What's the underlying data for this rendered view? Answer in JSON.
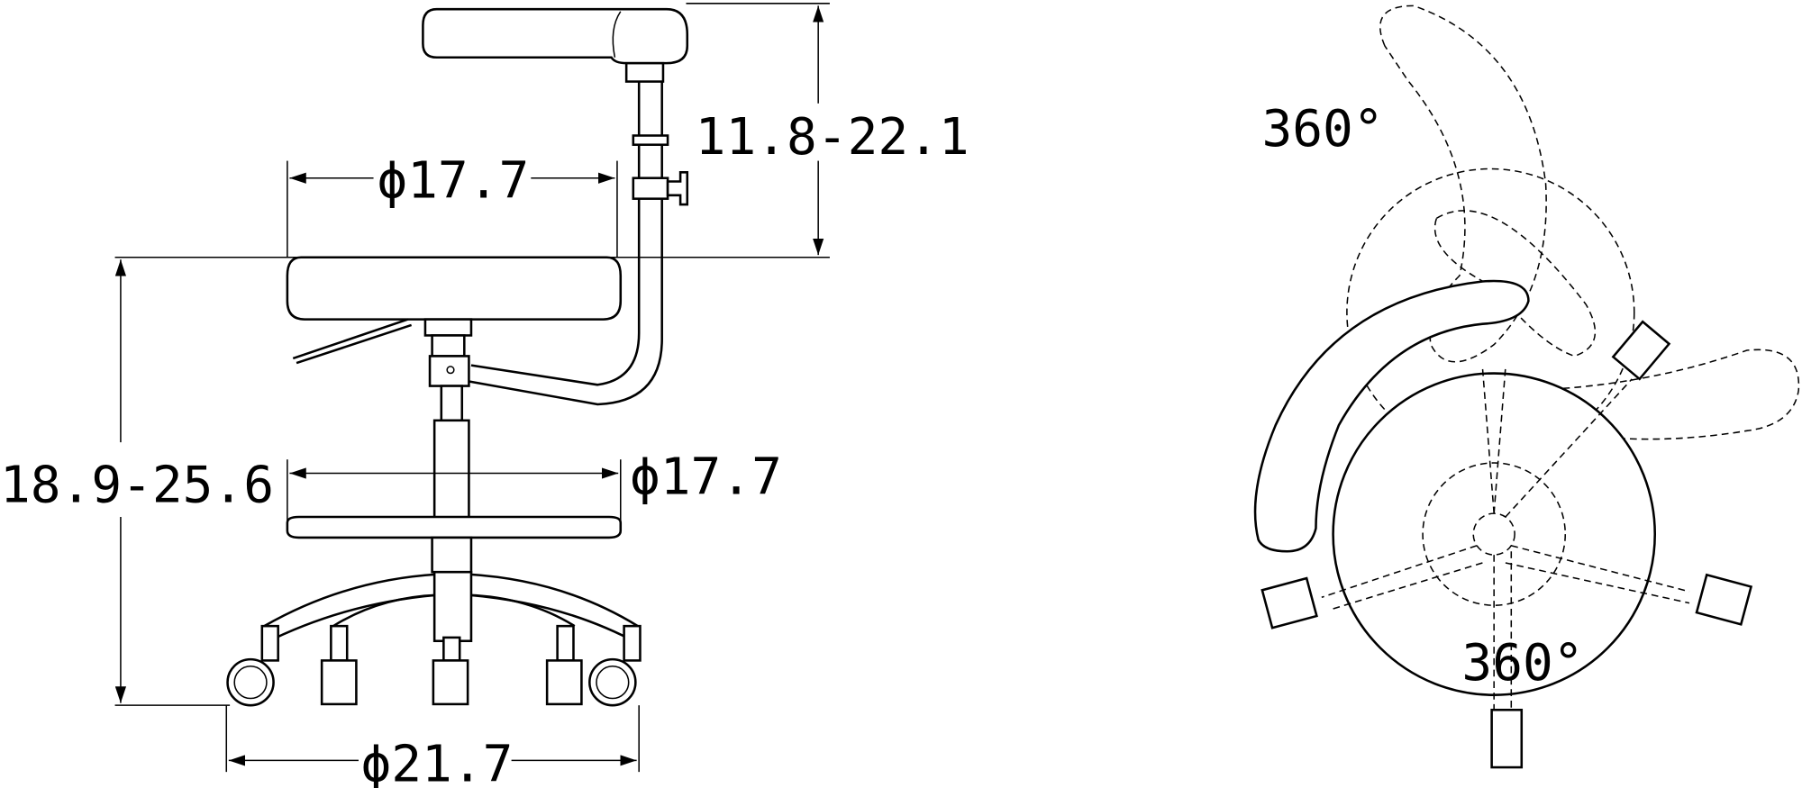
{
  "side_view": {
    "armrest_height_label": "11.8-22.1",
    "seat_diameter_label": "ϕ17.7",
    "footring_diameter_label": "ϕ17.7",
    "seat_height_label": "18.9-25.6",
    "base_diameter_label": "ϕ21.7"
  },
  "top_view": {
    "armrest_rotation_label": "360°",
    "seat_rotation_label": "360°"
  }
}
